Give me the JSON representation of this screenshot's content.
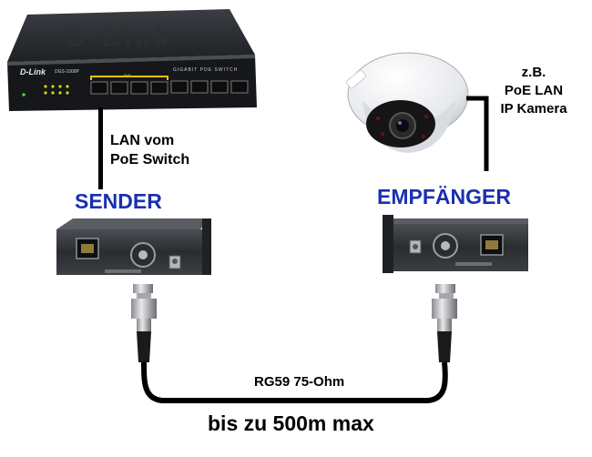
{
  "switch": {
    "brand": "D-Link",
    "brand_emboss": "D-Link",
    "model": "DGS-1008P",
    "product_line": "GIGABIT POE SWITCH",
    "poe_label": "PoE"
  },
  "labels": {
    "lan_line1": "LAN vom",
    "lan_line2": "PoE Switch",
    "camera_line1": "z.B.",
    "camera_line2": "PoE LAN",
    "camera_line3": "IP Kamera",
    "sender": "SENDER",
    "receiver": "EMPFÄNGER",
    "cable_type": "RG59 75-Ohm",
    "distance": "bis zu 500m max"
  },
  "colors": {
    "role_label": "#1a2fb0",
    "device_body": "#2b2d31",
    "cable": "#000000"
  }
}
